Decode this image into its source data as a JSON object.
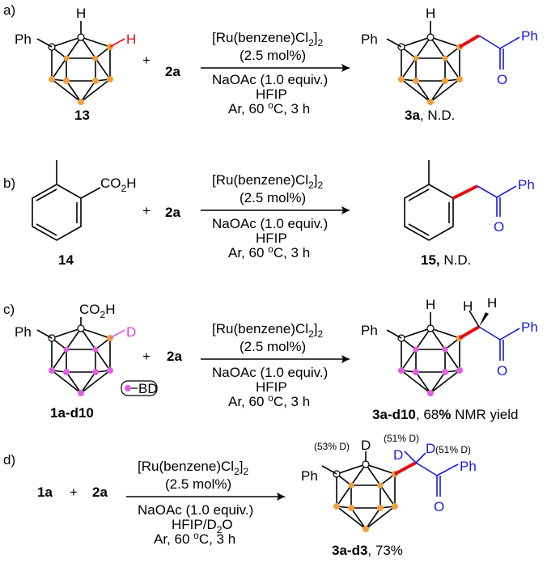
{
  "colors": {
    "orange": "#f0a040",
    "magenta": "#e060e0",
    "red": "#e01010",
    "blue": "#1a1adb",
    "grey_node": "#ffffff"
  },
  "panel_a": {
    "label": "a)",
    "reactant_ph": "Ph",
    "reactant_h_top": "H",
    "reactant_h_red": "H",
    "reactant_name": "13",
    "plus": "+",
    "reagent": "2a",
    "catalyst": "[Ru(benzene)Cl",
    "catalyst_sub1": "2",
    "catalyst_close": "]",
    "catalyst_sub2": "2",
    "loading": "(2.5 mol%)",
    "base": "NaOAc (1.0 equiv.)",
    "solvent": "HFIP",
    "conditions": "Ar, 60 ",
    "conditions_sup": "o",
    "conditions_end": "C, 3 h",
    "product_ph": "Ph",
    "product_h": "H",
    "product_ph2": "Ph",
    "product_o": "O",
    "product_name": "3a",
    "product_result": ", N.D."
  },
  "panel_b": {
    "label": "b)",
    "acid": "CO",
    "acid_sub": "2",
    "acid_h": "H",
    "reactant_name": "14",
    "plus": "+",
    "reagent": "2a",
    "catalyst": "[Ru(benzene)Cl",
    "catalyst_sub1": "2",
    "catalyst_close": "]",
    "catalyst_sub2": "2",
    "loading": "(2.5 mol%)",
    "base": "NaOAc (1.0 equiv.)",
    "solvent": "HFIP",
    "conditions": "Ar, 60 ",
    "conditions_sup": "o",
    "conditions_end": "C, 3 h",
    "product_ph": "Ph",
    "product_o": "O",
    "product_name": "15,",
    "product_result": " N.D."
  },
  "panel_c": {
    "label": "c)",
    "acid": "CO",
    "acid_sub": "2",
    "acid_h": "H",
    "reactant_ph": "Ph",
    "reactant_d": "D",
    "legend_bd": "BD",
    "reactant_name": "1a-d10",
    "plus": "+",
    "reagent": "2a",
    "catalyst": "[Ru(benzene)Cl",
    "catalyst_sub1": "2",
    "catalyst_close": "]",
    "catalyst_sub2": "2",
    "loading": "(2.5 mol%)",
    "base": "NaOAc (1.0 equiv.)",
    "solvent": "HFIP",
    "conditions": "Ar, 60 ",
    "conditions_sup": "o",
    "conditions_end": "C, 3 h",
    "product_ph": "Ph",
    "product_h1": "H",
    "product_h2": "H",
    "product_ph2": "Ph",
    "product_o": "O",
    "product_name": "3a-d10",
    "product_sep": ", 68",
    "product_pct": "%",
    "product_result": " NMR yield"
  },
  "panel_d": {
    "label": "d)",
    "reactant": "1a",
    "plus": "+",
    "reagent": "2a",
    "catalyst": "[Ru(benzene)Cl",
    "catalyst_sub1": "2",
    "catalyst_close": "]",
    "catalyst_sub2": "2",
    "loading": "(2.5 mol%)",
    "base": "NaOAc (1.0 equiv.)",
    "solvent": "HFIP/D",
    "solvent_sub": "2",
    "solvent_end": "O",
    "conditions": "Ar, 60 ",
    "conditions_sup": "o",
    "conditions_end": "C, 3 h",
    "product_ph": "Ph",
    "d_top_pct": "(53% D)",
    "d_top": "D",
    "d_mid_pct": "(51% D)",
    "d_left": "D",
    "d_right": "D",
    "d_right_pct": "(51% D)",
    "product_ph2": "Ph",
    "product_o": "O",
    "product_name": "3a-d3",
    "product_result": ", 73%"
  }
}
